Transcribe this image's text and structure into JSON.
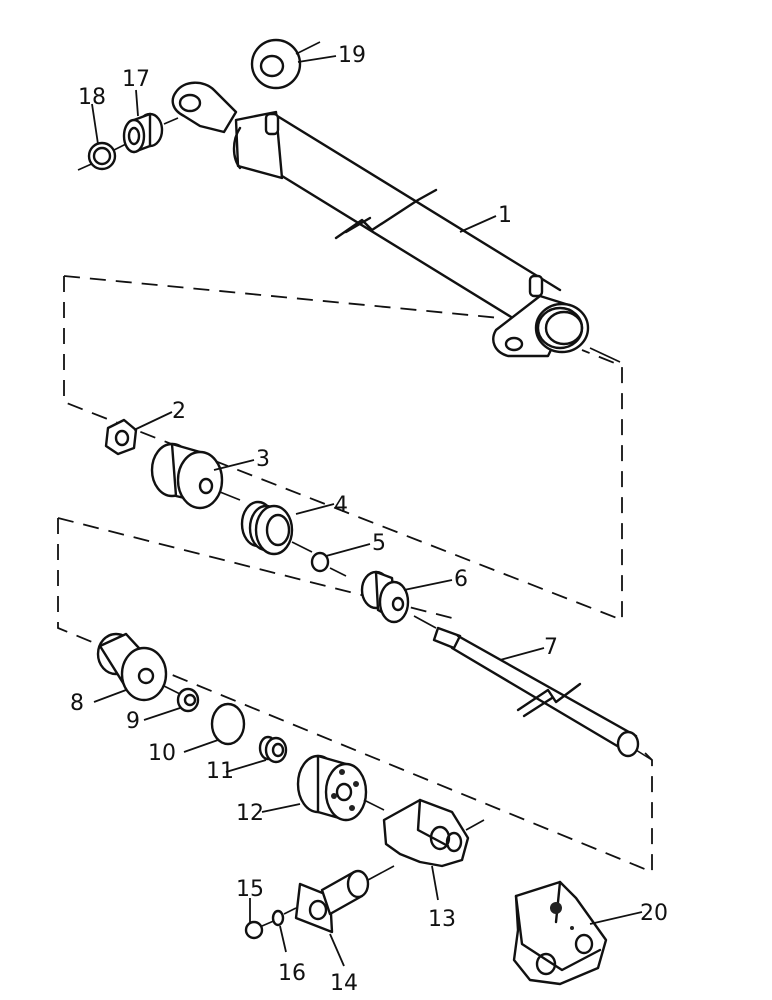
{
  "figure": {
    "callouts": [
      "1",
      "2",
      "3",
      "4",
      "5",
      "6",
      "7",
      "8",
      "9",
      "10",
      "11",
      "12",
      "13",
      "14",
      "15",
      "16",
      "17",
      "18",
      "19",
      "20"
    ]
  },
  "parts": [
    {
      "number": "1",
      "icon": "cylinder-barrel-icon"
    },
    {
      "number": "2",
      "icon": "nut-icon"
    },
    {
      "number": "3",
      "icon": "piston-icon"
    },
    {
      "number": "4",
      "icon": "seal-ring-icon"
    },
    {
      "number": "5",
      "icon": "o-ring-icon"
    },
    {
      "number": "6",
      "icon": "bushing-icon"
    },
    {
      "number": "7",
      "icon": "piston-rod-icon"
    },
    {
      "number": "8",
      "icon": "gland-icon"
    },
    {
      "number": "9",
      "icon": "wiper-seal-icon"
    },
    {
      "number": "10",
      "icon": "o-ring-icon"
    },
    {
      "number": "11",
      "icon": "seal-ring-icon"
    },
    {
      "number": "12",
      "icon": "end-cap-icon"
    },
    {
      "number": "13",
      "icon": "clevis-icon"
    },
    {
      "number": "14",
      "icon": "pin-plate-icon"
    },
    {
      "number": "15",
      "icon": "screw-icon"
    },
    {
      "number": "16",
      "icon": "washer-icon"
    },
    {
      "number": "17",
      "icon": "bushing-icon"
    },
    {
      "number": "18",
      "icon": "snap-ring-icon"
    },
    {
      "number": "19",
      "icon": "washer-icon"
    },
    {
      "number": "20",
      "icon": "clevis-icon"
    }
  ]
}
